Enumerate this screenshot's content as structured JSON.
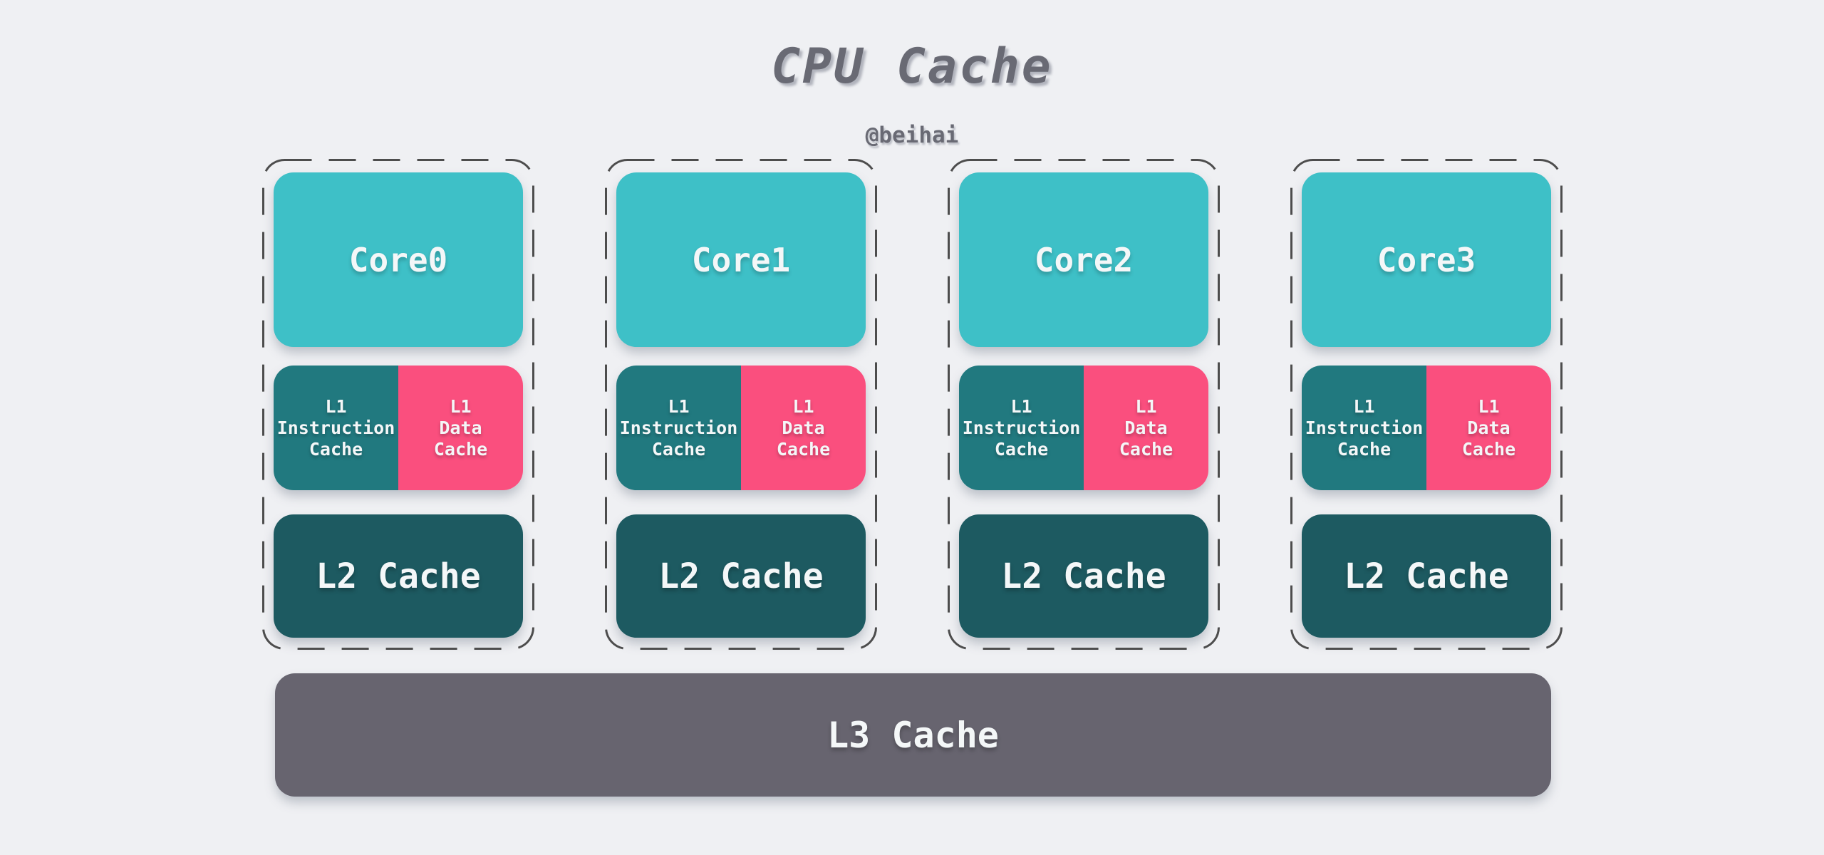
{
  "header": {
    "title": "CPU Cache",
    "subtitle": "@beihai"
  },
  "cores": [
    {
      "label": "Core0",
      "l1_instruction": "L1\nInstruction\nCache",
      "l1_data": "L1\nData\nCache",
      "l2": "L2 Cache"
    },
    {
      "label": "Core1",
      "l1_instruction": "L1\nInstruction\nCache",
      "l1_data": "L1\nData\nCache",
      "l2": "L2 Cache"
    },
    {
      "label": "Core2",
      "l1_instruction": "L1\nInstruction\nCache",
      "l1_data": "L1\nData\nCache",
      "l2": "L2 Cache"
    },
    {
      "label": "Core3",
      "l1_instruction": "L1\nInstruction\nCache",
      "l1_data": "L1\nData\nCache",
      "l2": "L2 Cache"
    }
  ],
  "l3": {
    "label": "L3 Cache"
  },
  "colors": {
    "background": "#eff0f3",
    "core": "#3ec0c7",
    "l1_instruction": "#21797f",
    "l1_data": "#fa4f7e",
    "l2": "#1d5a61",
    "l3": "#67646f",
    "dashed_border": "#4d4d4d",
    "title_text": "#696a74",
    "box_text": "#f4f7f8"
  }
}
